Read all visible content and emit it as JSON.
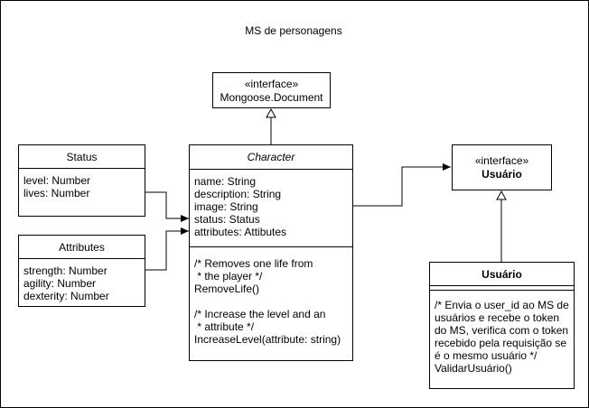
{
  "diagram": {
    "title": "MS de personagens",
    "mongoose_interface": {
      "stereotype": "«interface»",
      "name": "Mongoose.Document"
    },
    "status_class": {
      "name": "Status",
      "attributes": [
        "level: Number",
        "lives: Number"
      ]
    },
    "attributes_class": {
      "name": "Attributes",
      "attributes": [
        "strength: Number",
        "agility: Number",
        "dexterity: Number"
      ]
    },
    "character_class": {
      "name": "Character",
      "attributes": [
        "name: String",
        "description: String",
        "image: String",
        "status: Status",
        "attributes: Attibutes"
      ],
      "methods": [
        "/* Removes one life from",
        " * the player */",
        "RemoveLife()",
        "",
        "/* Increase the level and an",
        " * attribute */",
        "IncreaseLevel(attribute: string)"
      ]
    },
    "usuario_interface": {
      "stereotype": "«interface»",
      "name": "Usuário"
    },
    "usuario_class": {
      "name": "Usuário",
      "methods": [
        "/* Envia o user_id ao MS de",
        "usuários e recebe o token",
        "do MS, verifica com o token",
        "recebido pela requisição se",
        "é o mesmo usuário */",
        "ValidarUsuário()"
      ]
    },
    "colors": {
      "line": "#000000",
      "fill": "#ffffff"
    }
  }
}
